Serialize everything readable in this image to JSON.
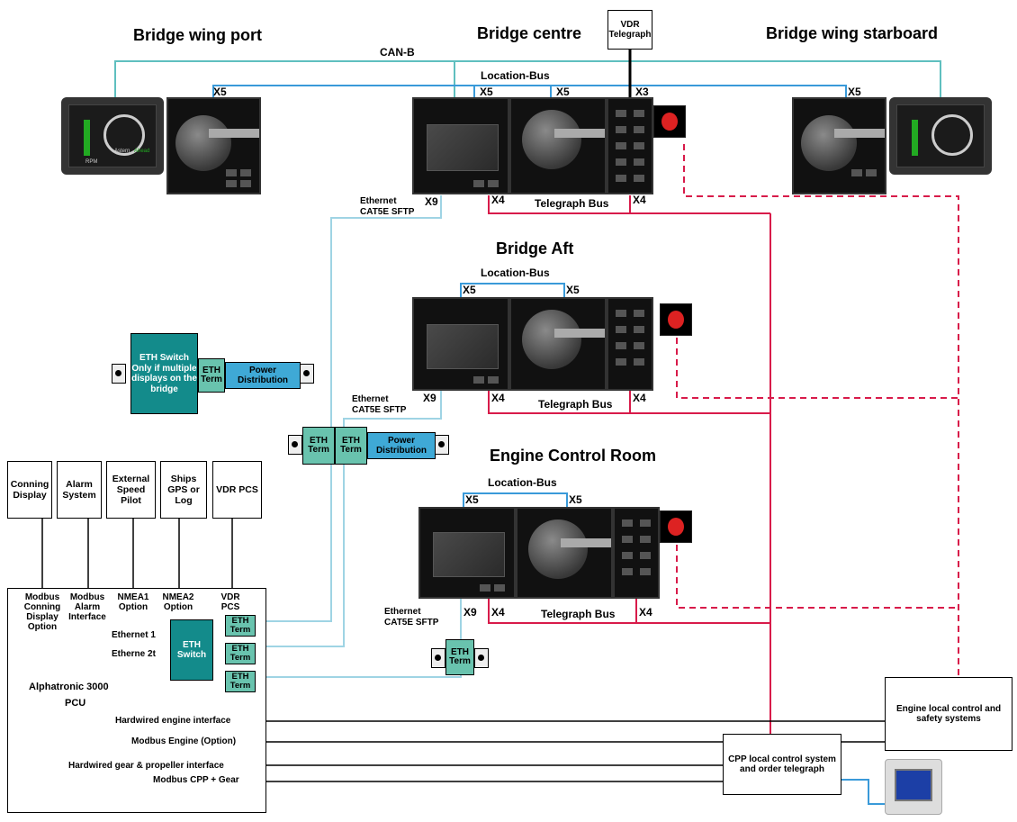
{
  "titles": {
    "bridge_wing_port": "Bridge wing port",
    "bridge_centre": "Bridge centre",
    "bridge_wing_starboard": "Bridge wing starboard",
    "bridge_aft": "Bridge Aft",
    "engine_control_room": "Engine Control Room"
  },
  "vdr_telegraph": "VDR Telegraph",
  "bus": {
    "can_b": "CAN-B",
    "location_bus": "Location-Bus",
    "telegraph_bus": "Telegraph Bus",
    "ethernet": "Ethernet",
    "cat5e": "CAT5E SFTP"
  },
  "ports": {
    "x3": "X3",
    "x4": "X4",
    "x5": "X5",
    "x9": "X9"
  },
  "rpm_gauge": {
    "rpm": "RPM",
    "astern": "Astern",
    "ahead": "Ahead"
  },
  "eth_switch_note": "ETH Switch Only if multiple displays on the bridge",
  "eth_term": "ETH Term",
  "power_distribution": "Power Distribution",
  "eth_switch": "ETH Switch",
  "systems": [
    "Conning Display",
    "Alarm System",
    "External Speed Pilot",
    "Ships GPS or Log",
    "VDR PCS"
  ],
  "pcu": {
    "interfaces": [
      "Modbus Conning Display Option",
      "Modbus Alarm Interface",
      "NMEA1 Option",
      "NMEA2 Option",
      "VDR PCS"
    ],
    "ethernet1": "Ethernet 1",
    "ethernet2": "Etherne 2t",
    "name": "Alphatronic 3000",
    "sub": "PCU",
    "hardwired_engine": "Hardwired engine interface",
    "modbus_engine": "Modbus Engine (Option)",
    "hardwired_gear": "Hardwired gear & propeller interface",
    "modbus_cpp": "Modbus CPP + Gear"
  },
  "engine_local": "Engine local control and safety systems",
  "cpp_local": "CPP local control system and order telegraph",
  "colors": {
    "can": "#5fbfbf",
    "location": "#3a9ad9",
    "telegraph": "#d81b4a",
    "ethernet": "#9fd4e4",
    "teal": "#138b8b"
  }
}
